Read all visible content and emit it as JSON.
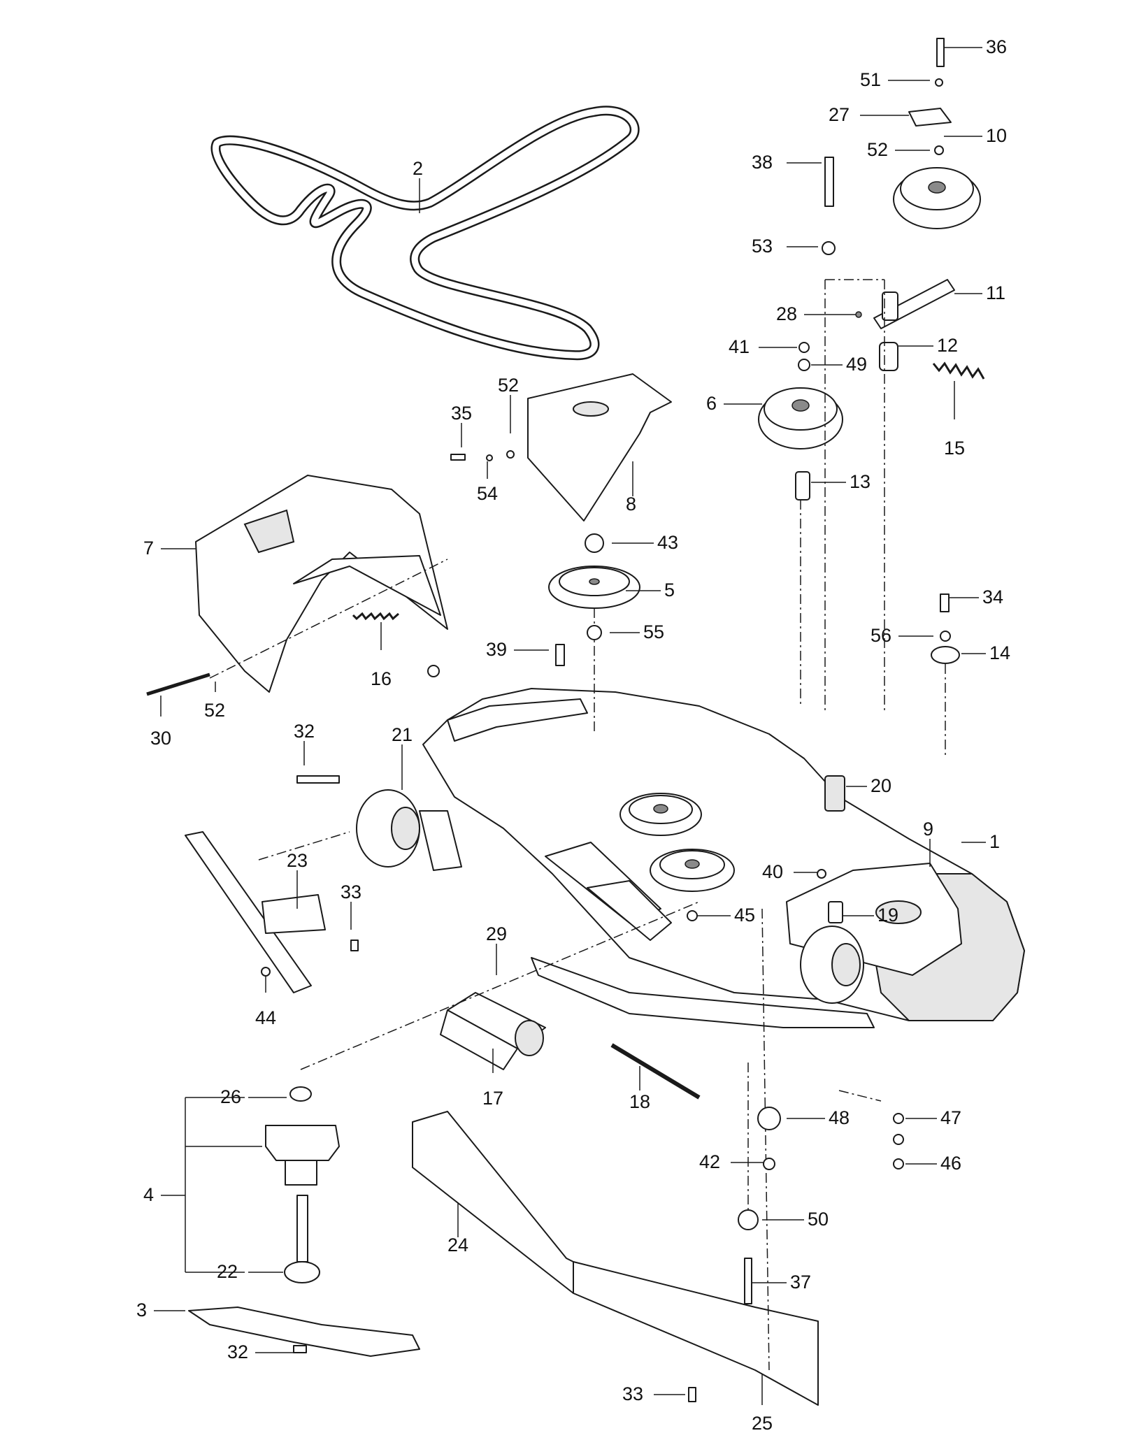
{
  "callouts": [
    {
      "id": "c1",
      "text": "1"
    },
    {
      "id": "c2",
      "text": "2"
    },
    {
      "id": "c3",
      "text": "3"
    },
    {
      "id": "c4",
      "text": "4"
    },
    {
      "id": "c5",
      "text": "5"
    },
    {
      "id": "c6",
      "text": "6"
    },
    {
      "id": "c7",
      "text": "7"
    },
    {
      "id": "c8",
      "text": "8"
    },
    {
      "id": "c9",
      "text": "9"
    },
    {
      "id": "c10",
      "text": "10"
    },
    {
      "id": "c11",
      "text": "11"
    },
    {
      "id": "c12",
      "text": "12"
    },
    {
      "id": "c13",
      "text": "13"
    },
    {
      "id": "c14",
      "text": "14"
    },
    {
      "id": "c15",
      "text": "15"
    },
    {
      "id": "c16",
      "text": "16"
    },
    {
      "id": "c17",
      "text": "17"
    },
    {
      "id": "c18",
      "text": "18"
    },
    {
      "id": "c19",
      "text": "19"
    },
    {
      "id": "c20",
      "text": "20"
    },
    {
      "id": "c21",
      "text": "21"
    },
    {
      "id": "c22",
      "text": "22"
    },
    {
      "id": "c23",
      "text": "23"
    },
    {
      "id": "c24",
      "text": "24"
    },
    {
      "id": "c25",
      "text": "25"
    },
    {
      "id": "c26",
      "text": "26"
    },
    {
      "id": "c27",
      "text": "27"
    },
    {
      "id": "c28",
      "text": "28"
    },
    {
      "id": "c29",
      "text": "29"
    },
    {
      "id": "c30",
      "text": "30"
    },
    {
      "id": "c32a",
      "text": "32"
    },
    {
      "id": "c32b",
      "text": "32"
    },
    {
      "id": "c33a",
      "text": "33"
    },
    {
      "id": "c33b",
      "text": "33"
    },
    {
      "id": "c34",
      "text": "34"
    },
    {
      "id": "c35",
      "text": "35"
    },
    {
      "id": "c36",
      "text": "36"
    },
    {
      "id": "c37",
      "text": "37"
    },
    {
      "id": "c38",
      "text": "38"
    },
    {
      "id": "c39",
      "text": "39"
    },
    {
      "id": "c40",
      "text": "40"
    },
    {
      "id": "c41",
      "text": "41"
    },
    {
      "id": "c42",
      "text": "42"
    },
    {
      "id": "c43",
      "text": "43"
    },
    {
      "id": "c44",
      "text": "44"
    },
    {
      "id": "c45",
      "text": "45"
    },
    {
      "id": "c46",
      "text": "46"
    },
    {
      "id": "c47",
      "text": "47"
    },
    {
      "id": "c48",
      "text": "48"
    },
    {
      "id": "c49",
      "text": "49"
    },
    {
      "id": "c50",
      "text": "50"
    },
    {
      "id": "c51",
      "text": "51"
    },
    {
      "id": "c52a",
      "text": "52"
    },
    {
      "id": "c52b",
      "text": "52"
    },
    {
      "id": "c52c",
      "text": "52"
    },
    {
      "id": "c53",
      "text": "53"
    },
    {
      "id": "c54",
      "text": "54"
    },
    {
      "id": "c55",
      "text": "55"
    },
    {
      "id": "c56",
      "text": "56"
    }
  ]
}
